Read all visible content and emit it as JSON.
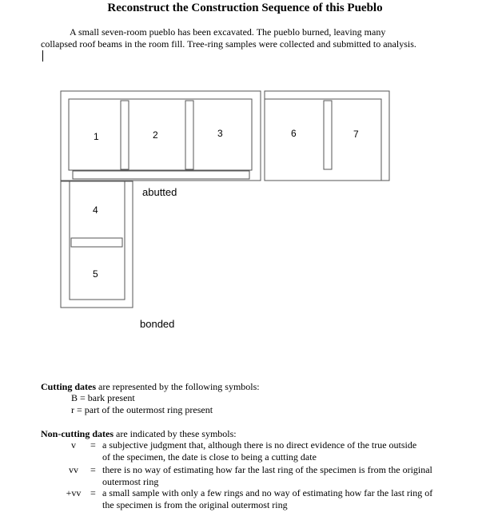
{
  "title": "Reconstruct the Construction Sequence of this Pueblo",
  "intro": "A small seven-room pueblo has been excavated. The pueblo burned, leaving many collapsed roof beams in the room fill. Tree-ring samples were collected and submitted to analysis.",
  "plan": {
    "rooms": [
      "1",
      "2",
      "3",
      "4",
      "5",
      "6",
      "7"
    ],
    "wall_labels": {
      "abutted": "abutted",
      "bonded": "bonded"
    }
  },
  "cutting": {
    "heading_bold": "Cutting dates",
    "heading_rest": " are represented by the following symbols:",
    "items": [
      {
        "text": "B = bark present"
      },
      {
        "text": "r = part of the outermost ring present"
      }
    ]
  },
  "noncutting": {
    "heading_bold": "Non-cutting dates",
    "heading_rest": " are indicated by these symbols:",
    "items": [
      {
        "symbol": "v",
        "eq": "=",
        "desc": "a subjective judgment that, although there is no direct evidence of the true outside of the specimen, the date is close to being a cutting date"
      },
      {
        "symbol": "vv",
        "eq": "=",
        "desc": "there is no way of estimating how far the last ring of the specimen is from the original outermost ring"
      },
      {
        "symbol": "+vv",
        "eq": "=",
        "desc": "a small sample with only a few rings and no way of estimating how far the last ring of the specimen is from the original outermost ring"
      }
    ]
  }
}
